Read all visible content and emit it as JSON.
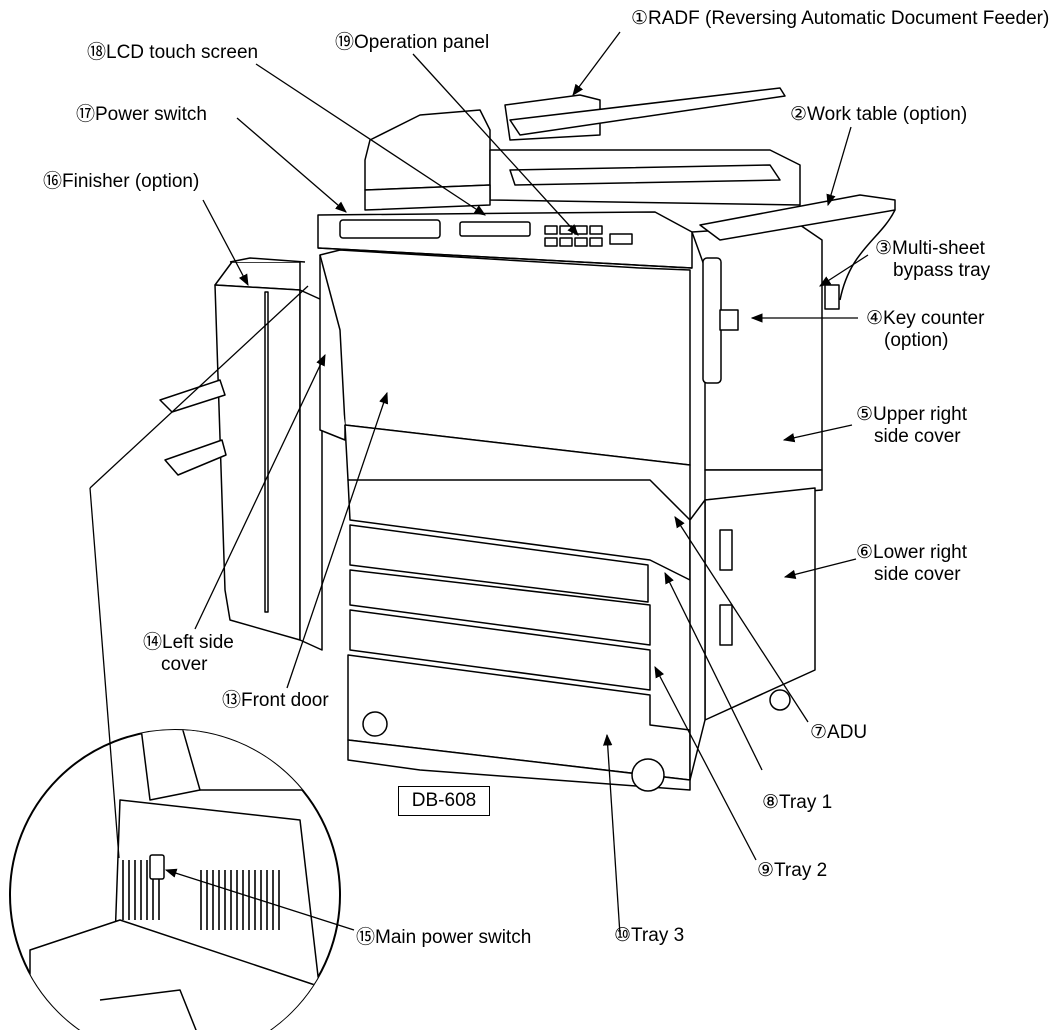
{
  "model": "DB-608",
  "labels": {
    "radf": "①RADF (Reversing Automatic Document Feeder)",
    "work_table": "②Work table (option)",
    "bypass_1": "③Multi-sheet",
    "bypass_2": "bypass tray",
    "key_counter_1": "④Key counter",
    "key_counter_2": "(option)",
    "upper_right_1": "⑤Upper right",
    "upper_right_2": "side cover",
    "lower_right_1": "⑥Lower right",
    "lower_right_2": "side cover",
    "adu": "⑦ADU",
    "tray1": "⑧Tray 1",
    "tray2": "⑨Tray 2",
    "tray3": "⑩Tray 3",
    "front_door": "⑬Front door",
    "left_side_1": "⑭Left side",
    "left_side_2": "cover",
    "main_power": "⑮Main power switch",
    "finisher": "⑯Finisher (option)",
    "power_switch": "⑰Power switch",
    "lcd": "⑱LCD touch screen",
    "op_panel": "⑲Operation panel"
  }
}
